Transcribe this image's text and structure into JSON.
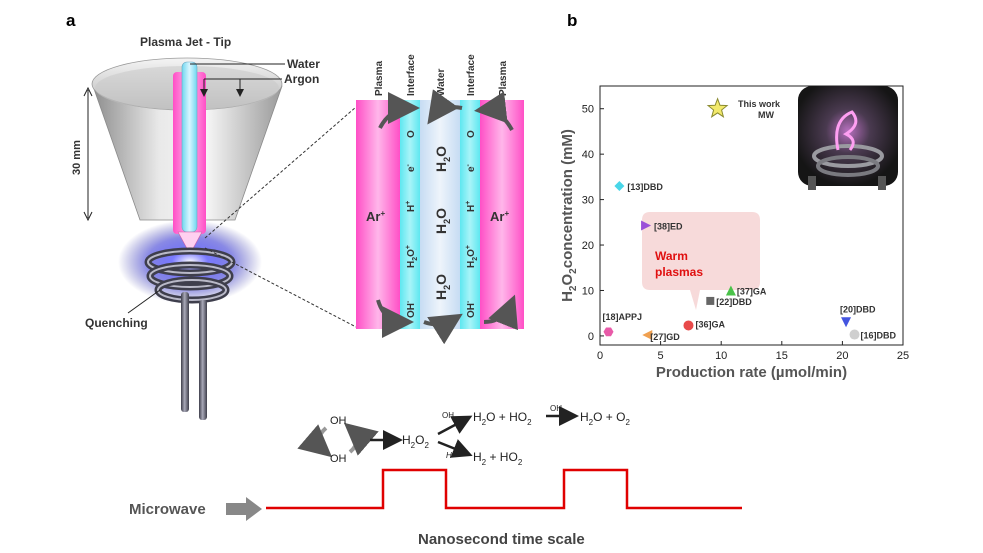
{
  "panel_a": {
    "label": "a",
    "title": "Plasma Jet - Tip",
    "water": "Water",
    "argon": "Argon",
    "height": "30 mm",
    "quenching": "Quenching",
    "columns": [
      "Plasma",
      "Interface",
      "Water",
      "Interface",
      "Plasma"
    ],
    "ar": "Ar",
    "ar_sup": "+",
    "h2o": "H",
    "h2o_sub": "2",
    "h2o_end": "O",
    "o": "O",
    "e": "e",
    "e_sup": "-",
    "hplus": "H",
    "hplus_sup": "+",
    "h3o": "H",
    "h3o_sub": "2",
    "h3o_end": "O",
    "h3o_sup": "+",
    "oh": "OH",
    "oh_sup": "-"
  },
  "reaction": {
    "oh1": "OH",
    "oh2": "OH",
    "h2o2_a": "H",
    "h2o2_sub1": "2",
    "h2o2_b": "O",
    "h2o2_sub2": "2",
    "arrow_oh1": "OH",
    "arrow_oh2": "OH",
    "arrow_h": "H",
    "prod1_a": "H",
    "prod1_sub": "2",
    "prod1_b": "O + HO",
    "prod1_sub2": "2",
    "prod2_a": "H",
    "prod2_sub": "2",
    "prod2_b": "O + O",
    "prod2_sub2": "2",
    "prod3_a": "H",
    "prod3_sub": "2",
    "prod3_b": " + HO",
    "prod3_sub2": "2"
  },
  "pulse": {
    "microwave": "Microwave",
    "timescale": "Nanosecond time scale"
  },
  "panel_b": {
    "label": "b",
    "warm_label_1": "Warm",
    "warm_label_2": "plasmas",
    "this_work_1": "This work",
    "this_work_2": "MW"
  },
  "chart_data": {
    "type": "scatter",
    "xlabel": "Production rate (µmol/min)",
    "ylabel_a": "H",
    "ylabel_sub": "2",
    "ylabel_b": "O",
    "ylabel_sub2": "2",
    "ylabel_c": "concentration (mM)",
    "xlim": [
      0,
      25
    ],
    "ylim": [
      -2,
      55
    ],
    "xticks": [
      0,
      5,
      10,
      15,
      20,
      25
    ],
    "yticks": [
      0,
      10,
      20,
      30,
      40,
      50
    ],
    "points": [
      {
        "label": "This work",
        "x": 9.7,
        "y": 50,
        "marker": "star",
        "color": "#f2e96b"
      },
      {
        "label": "[13]DBD",
        "x": 1.6,
        "y": 33,
        "marker": "diamond",
        "color": "#49d6e8"
      },
      {
        "label": "[38]ED",
        "x": 3.8,
        "y": 24.3,
        "marker": "triangle-right",
        "color": "#9b4fd8"
      },
      {
        "label": "[37]GA",
        "x": 10.8,
        "y": 10,
        "marker": "triangle-up",
        "color": "#4ac24a"
      },
      {
        "label": "[22]DBD",
        "x": 9.1,
        "y": 7.7,
        "marker": "square",
        "color": "#666666"
      },
      {
        "label": "[20]DBD",
        "x": 20.3,
        "y": 3,
        "marker": "triangle-down",
        "color": "#4455e0"
      },
      {
        "label": "[36]GA",
        "x": 7.3,
        "y": 2.3,
        "marker": "circle",
        "color": "#e84a4a"
      },
      {
        "label": "[18]APPJ",
        "x": 0.7,
        "y": 0.9,
        "marker": "hexagon",
        "color": "#e85aa8"
      },
      {
        "label": "[27]GD",
        "x": 3.9,
        "y": 0.2,
        "marker": "triangle-left",
        "color": "#f0a050"
      },
      {
        "label": "[16]DBD",
        "x": 21.0,
        "y": 0.3,
        "marker": "circle",
        "color": "#cfcfcf"
      }
    ]
  }
}
